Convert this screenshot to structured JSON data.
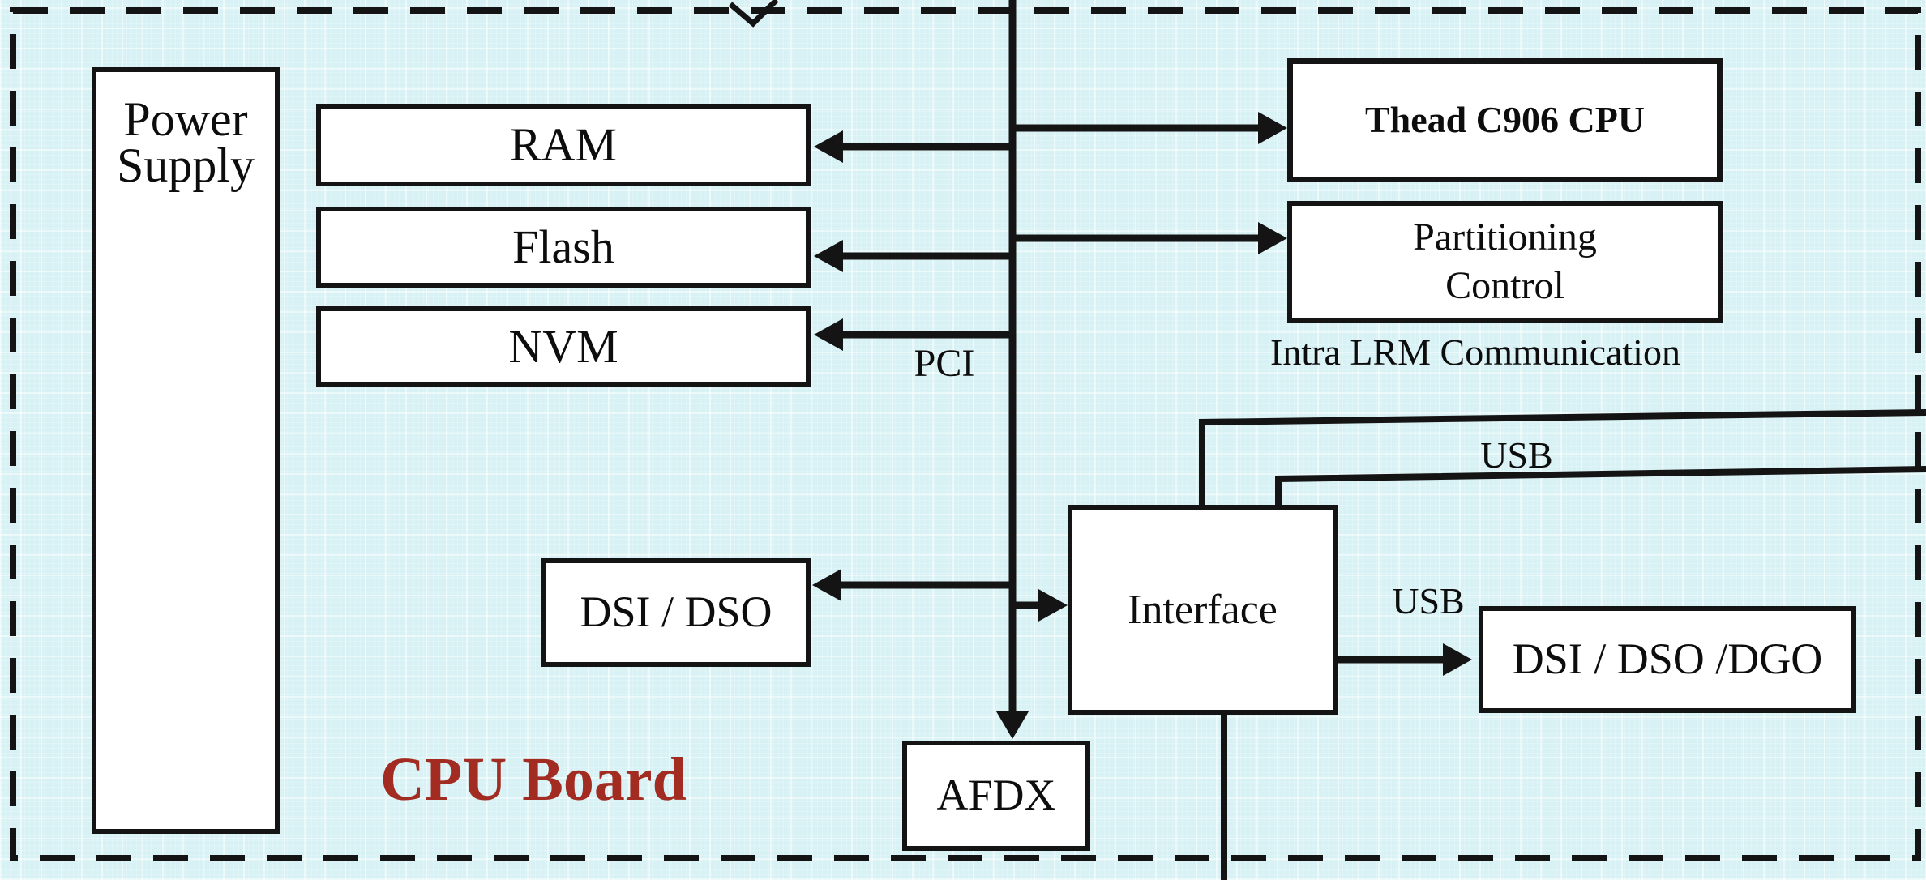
{
  "diagram": {
    "title": "CPU Board",
    "title_color": "#a22c21",
    "background_color": "#d7f1f4",
    "line_color": "#141414",
    "blocks": {
      "power_supply": {
        "label": "Power\nSupply"
      },
      "ram": {
        "label": "RAM"
      },
      "flash": {
        "label": "Flash"
      },
      "nvm": {
        "label": "NVM"
      },
      "thead_cpu": {
        "label": "Thead C906 CPU"
      },
      "partitioning": {
        "label": "Partitioning\nControl"
      },
      "dsi_dso": {
        "label": "DSI / DSO"
      },
      "interface": {
        "label": "Interface"
      },
      "afdx": {
        "label": "AFDX"
      },
      "dsi_dso_dgo": {
        "label": "DSI / DSO /DGO"
      }
    },
    "labels": {
      "pci": "PCI",
      "intra_lrm": "Intra LRM Communication",
      "usb_top": "USB",
      "usb_right": "USB"
    }
  }
}
